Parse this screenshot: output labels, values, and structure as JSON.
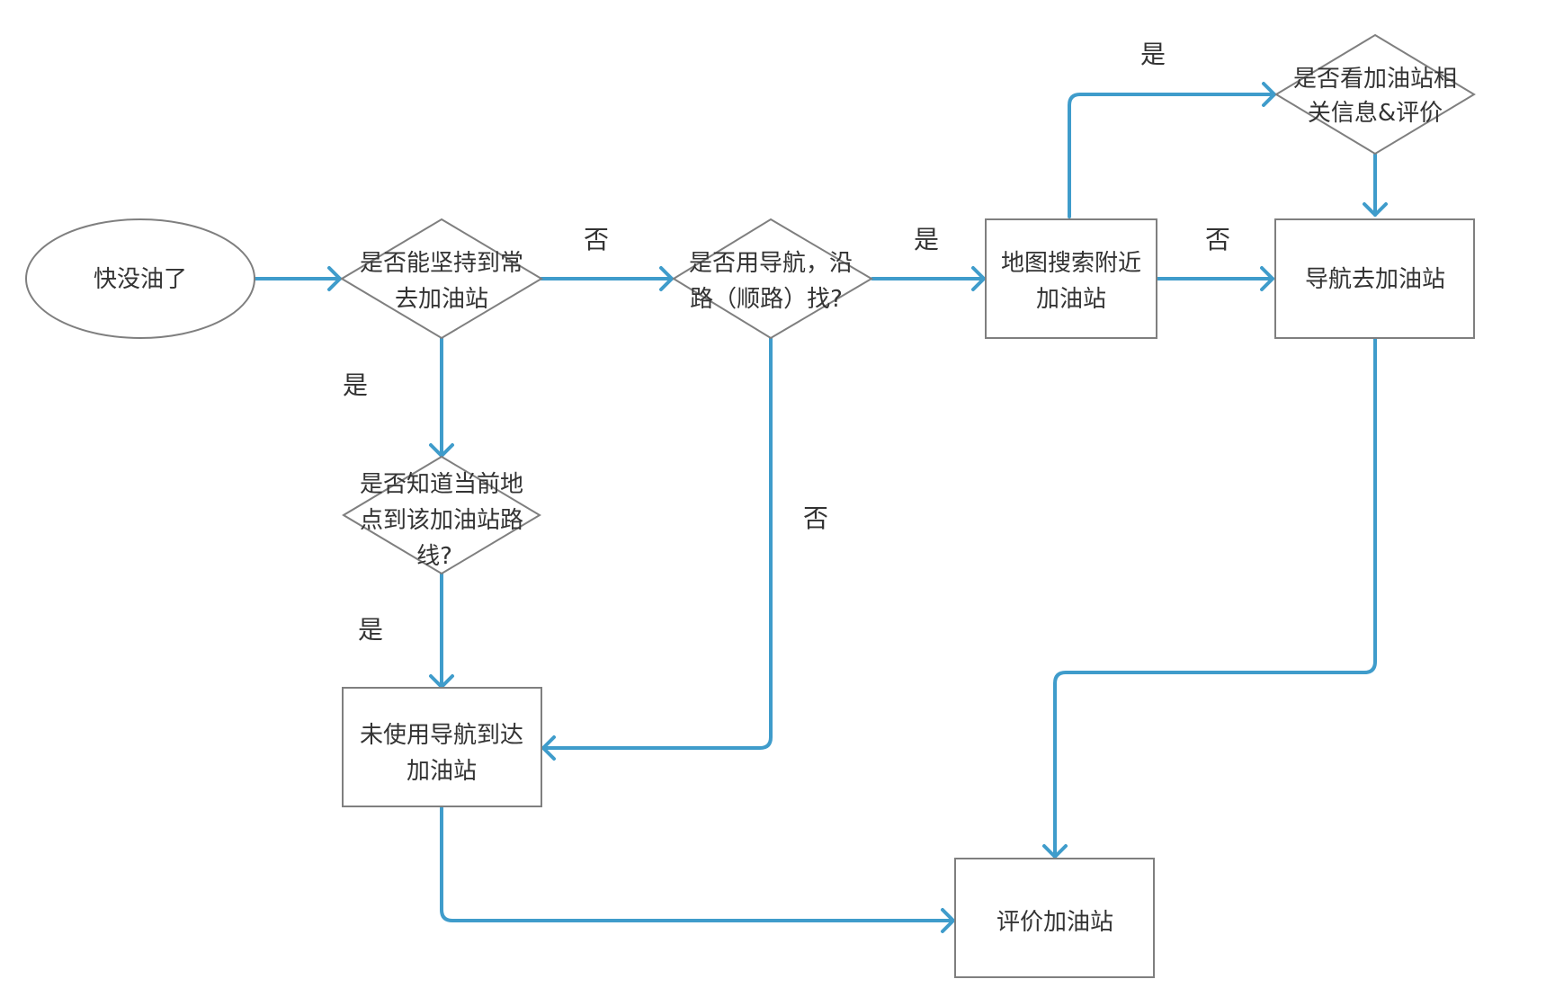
{
  "colors": {
    "edge": "#3f9ccb",
    "border": "#7f7f7f",
    "text": "#333333",
    "background": "#ffffff"
  },
  "nodes": {
    "start": {
      "type": "ellipse",
      "lines": [
        "快没油了"
      ]
    },
    "decision_hold": {
      "type": "diamond",
      "lines": [
        "是否能坚持到常",
        "去加油站"
      ]
    },
    "decision_nav": {
      "type": "diamond",
      "lines": [
        "是否用导航，沿",
        "路（顺路）找?"
      ]
    },
    "search_map": {
      "type": "rect",
      "lines": [
        "地图搜索附近",
        "加油站"
      ]
    },
    "decision_info": {
      "type": "diamond",
      "lines": [
        "是否看加油站相",
        "关信息&评价"
      ]
    },
    "navigate": {
      "type": "rect",
      "lines": [
        "导航去加油站"
      ]
    },
    "decision_route": {
      "type": "diamond",
      "lines": [
        "是否知道当前地",
        "点到该加油站路",
        "线?"
      ]
    },
    "arrive_no_nav": {
      "type": "rect",
      "lines": [
        "未使用导航到达",
        "加油站"
      ]
    },
    "rate": {
      "type": "rect",
      "lines": [
        "评价加油站"
      ]
    }
  },
  "edge_labels": {
    "hold_no": "否",
    "nav_yes": "是",
    "search_yes": "是",
    "search_no": "否",
    "hold_yes": "是",
    "route_yes": "是",
    "nav_no": "否"
  }
}
